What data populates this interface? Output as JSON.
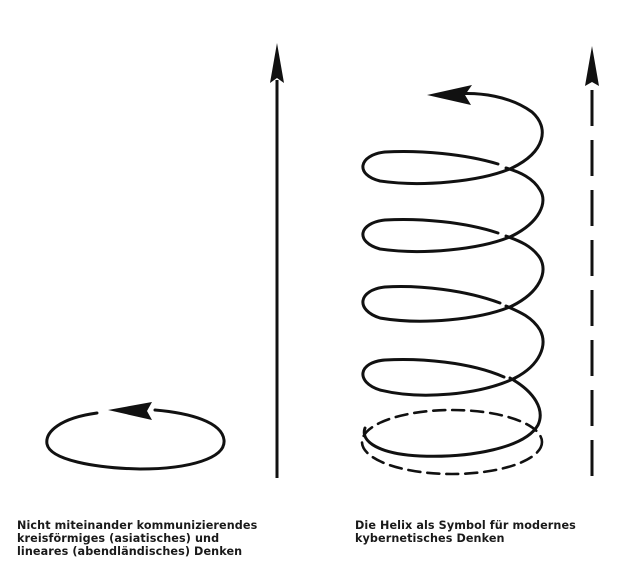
{
  "diagram": {
    "stroke_color": "#111111",
    "background": "#ffffff",
    "left_panel": {
      "elements": [
        "circle-with-arrow",
        "straight-vertical-arrow"
      ],
      "caption": "Nicht miteinander kommunizierendes\nkreisförmiges (asiatisches) und\nlineares (abendländisches) Denken"
    },
    "right_panel": {
      "elements": [
        "helix-spiral-with-arrow",
        "dashed-base-ellipse",
        "dashed-vertical-arrow"
      ],
      "helix_turns": 5,
      "caption": "Die Helix als Symbol für modernes\nkybernetisches Denken"
    }
  }
}
